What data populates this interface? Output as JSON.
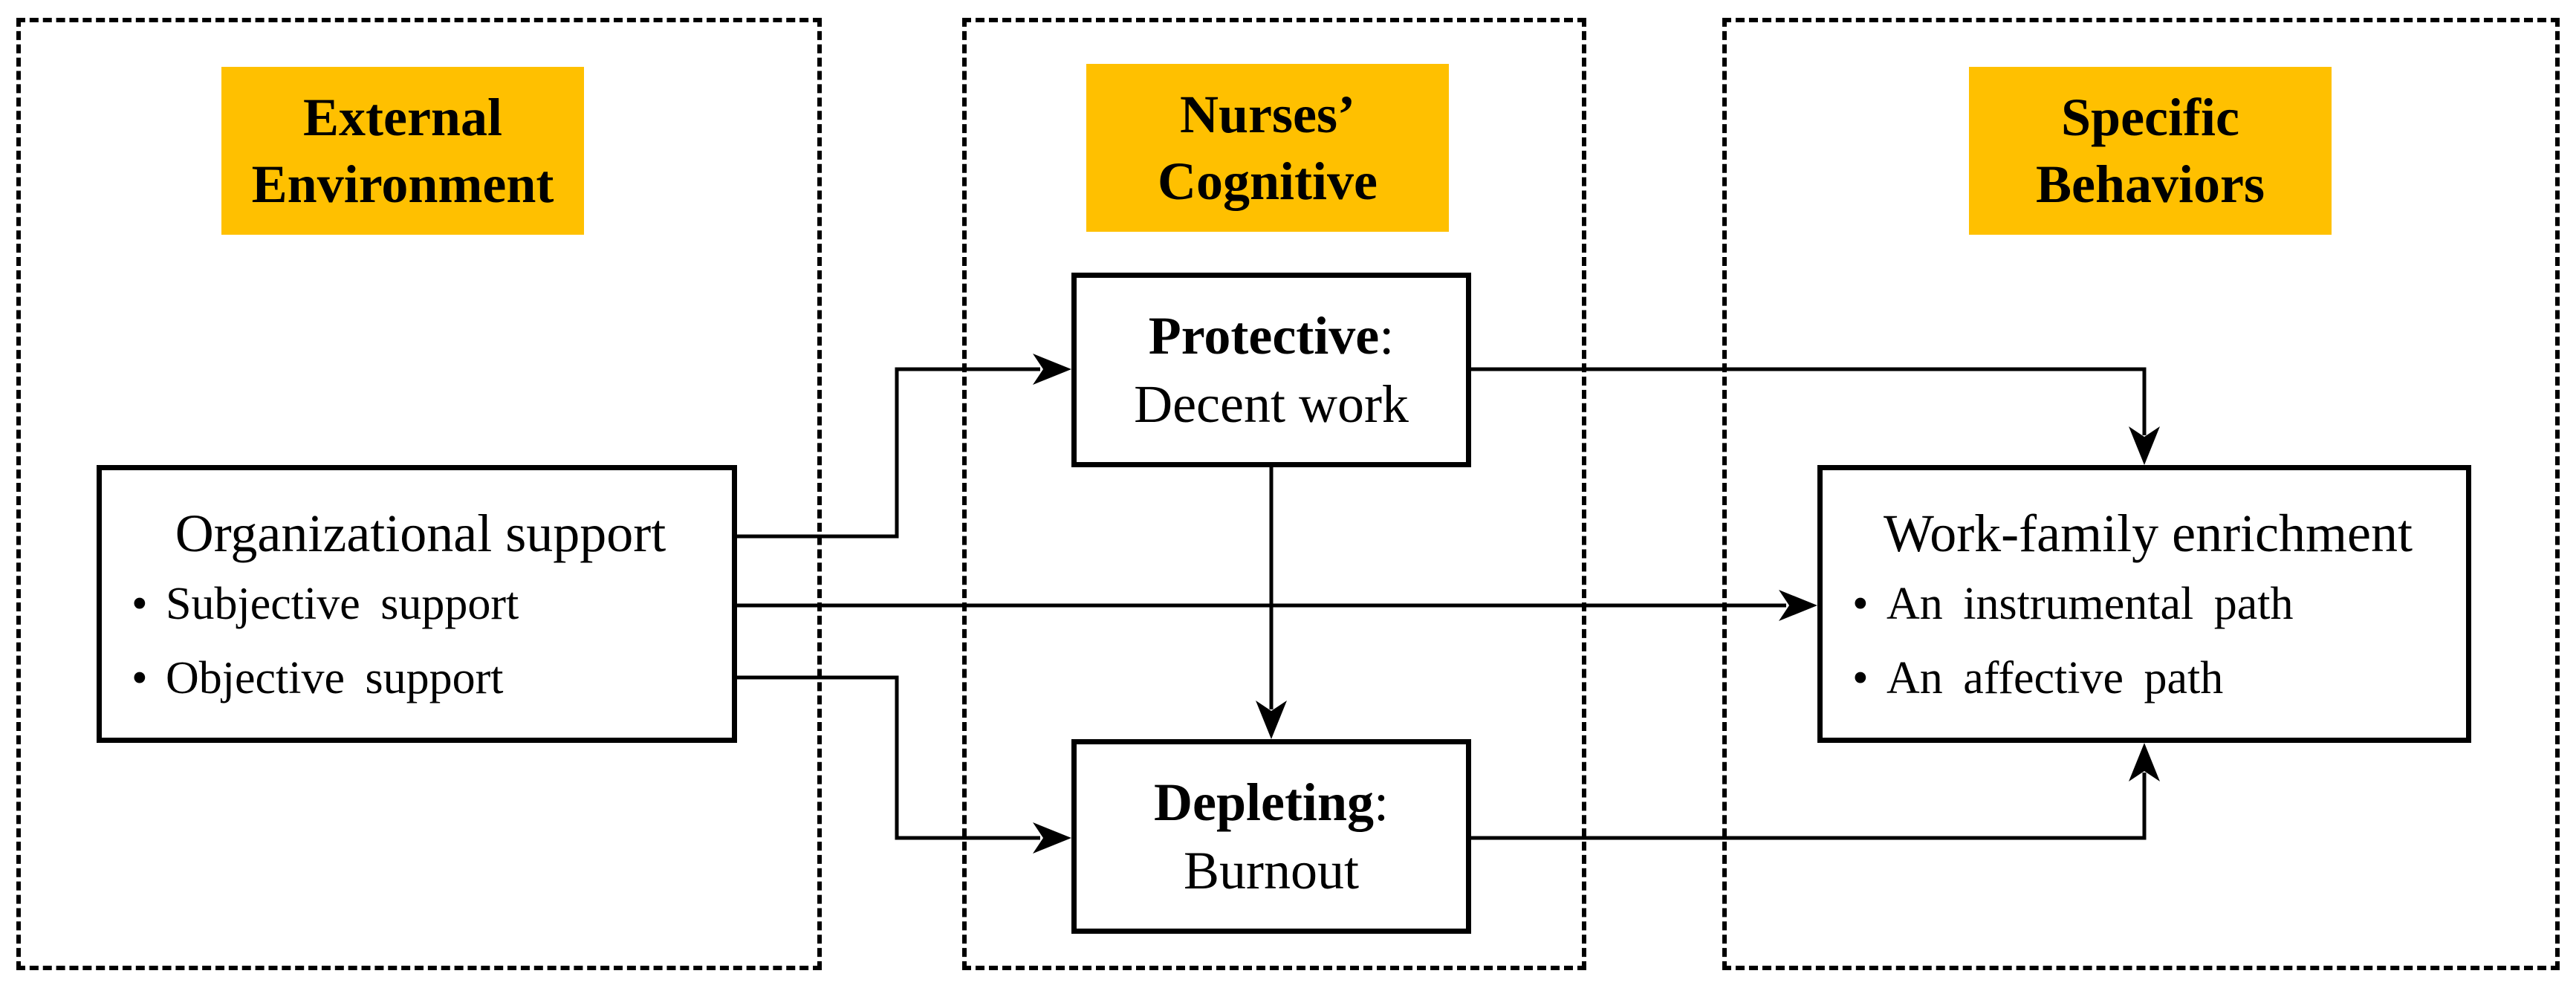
{
  "panels": [
    {
      "id": "external",
      "header": [
        "External",
        "Environment"
      ]
    },
    {
      "id": "cognitive",
      "header": [
        "Nurses’",
        "Cognitive"
      ]
    },
    {
      "id": "behaviors",
      "header": [
        "Specific",
        "Behaviors"
      ]
    }
  ],
  "nodes": {
    "org_support": {
      "title": "Organizational support",
      "bullets": [
        "Subjective support",
        "Objective support"
      ]
    },
    "protective": {
      "label": "Protective",
      "separator": ":",
      "value": "Decent work"
    },
    "depleting": {
      "label": "Depleting",
      "separator": ":",
      "value": "Burnout"
    },
    "enrichment": {
      "title": "Work-family enrichment",
      "bullets": [
        "An instrumental path",
        "An affective path"
      ]
    }
  },
  "bullet_glyph": "•",
  "colors": {
    "header_fill": "#FFC000",
    "line": "#000000",
    "background": "#FFFFFF"
  },
  "connections": [
    {
      "from": "org_support",
      "to": "protective"
    },
    {
      "from": "org_support",
      "to": "enrichment"
    },
    {
      "from": "org_support",
      "to": "depleting"
    },
    {
      "from": "protective",
      "to": "depleting"
    },
    {
      "from": "protective",
      "to": "enrichment"
    },
    {
      "from": "depleting",
      "to": "enrichment"
    }
  ]
}
